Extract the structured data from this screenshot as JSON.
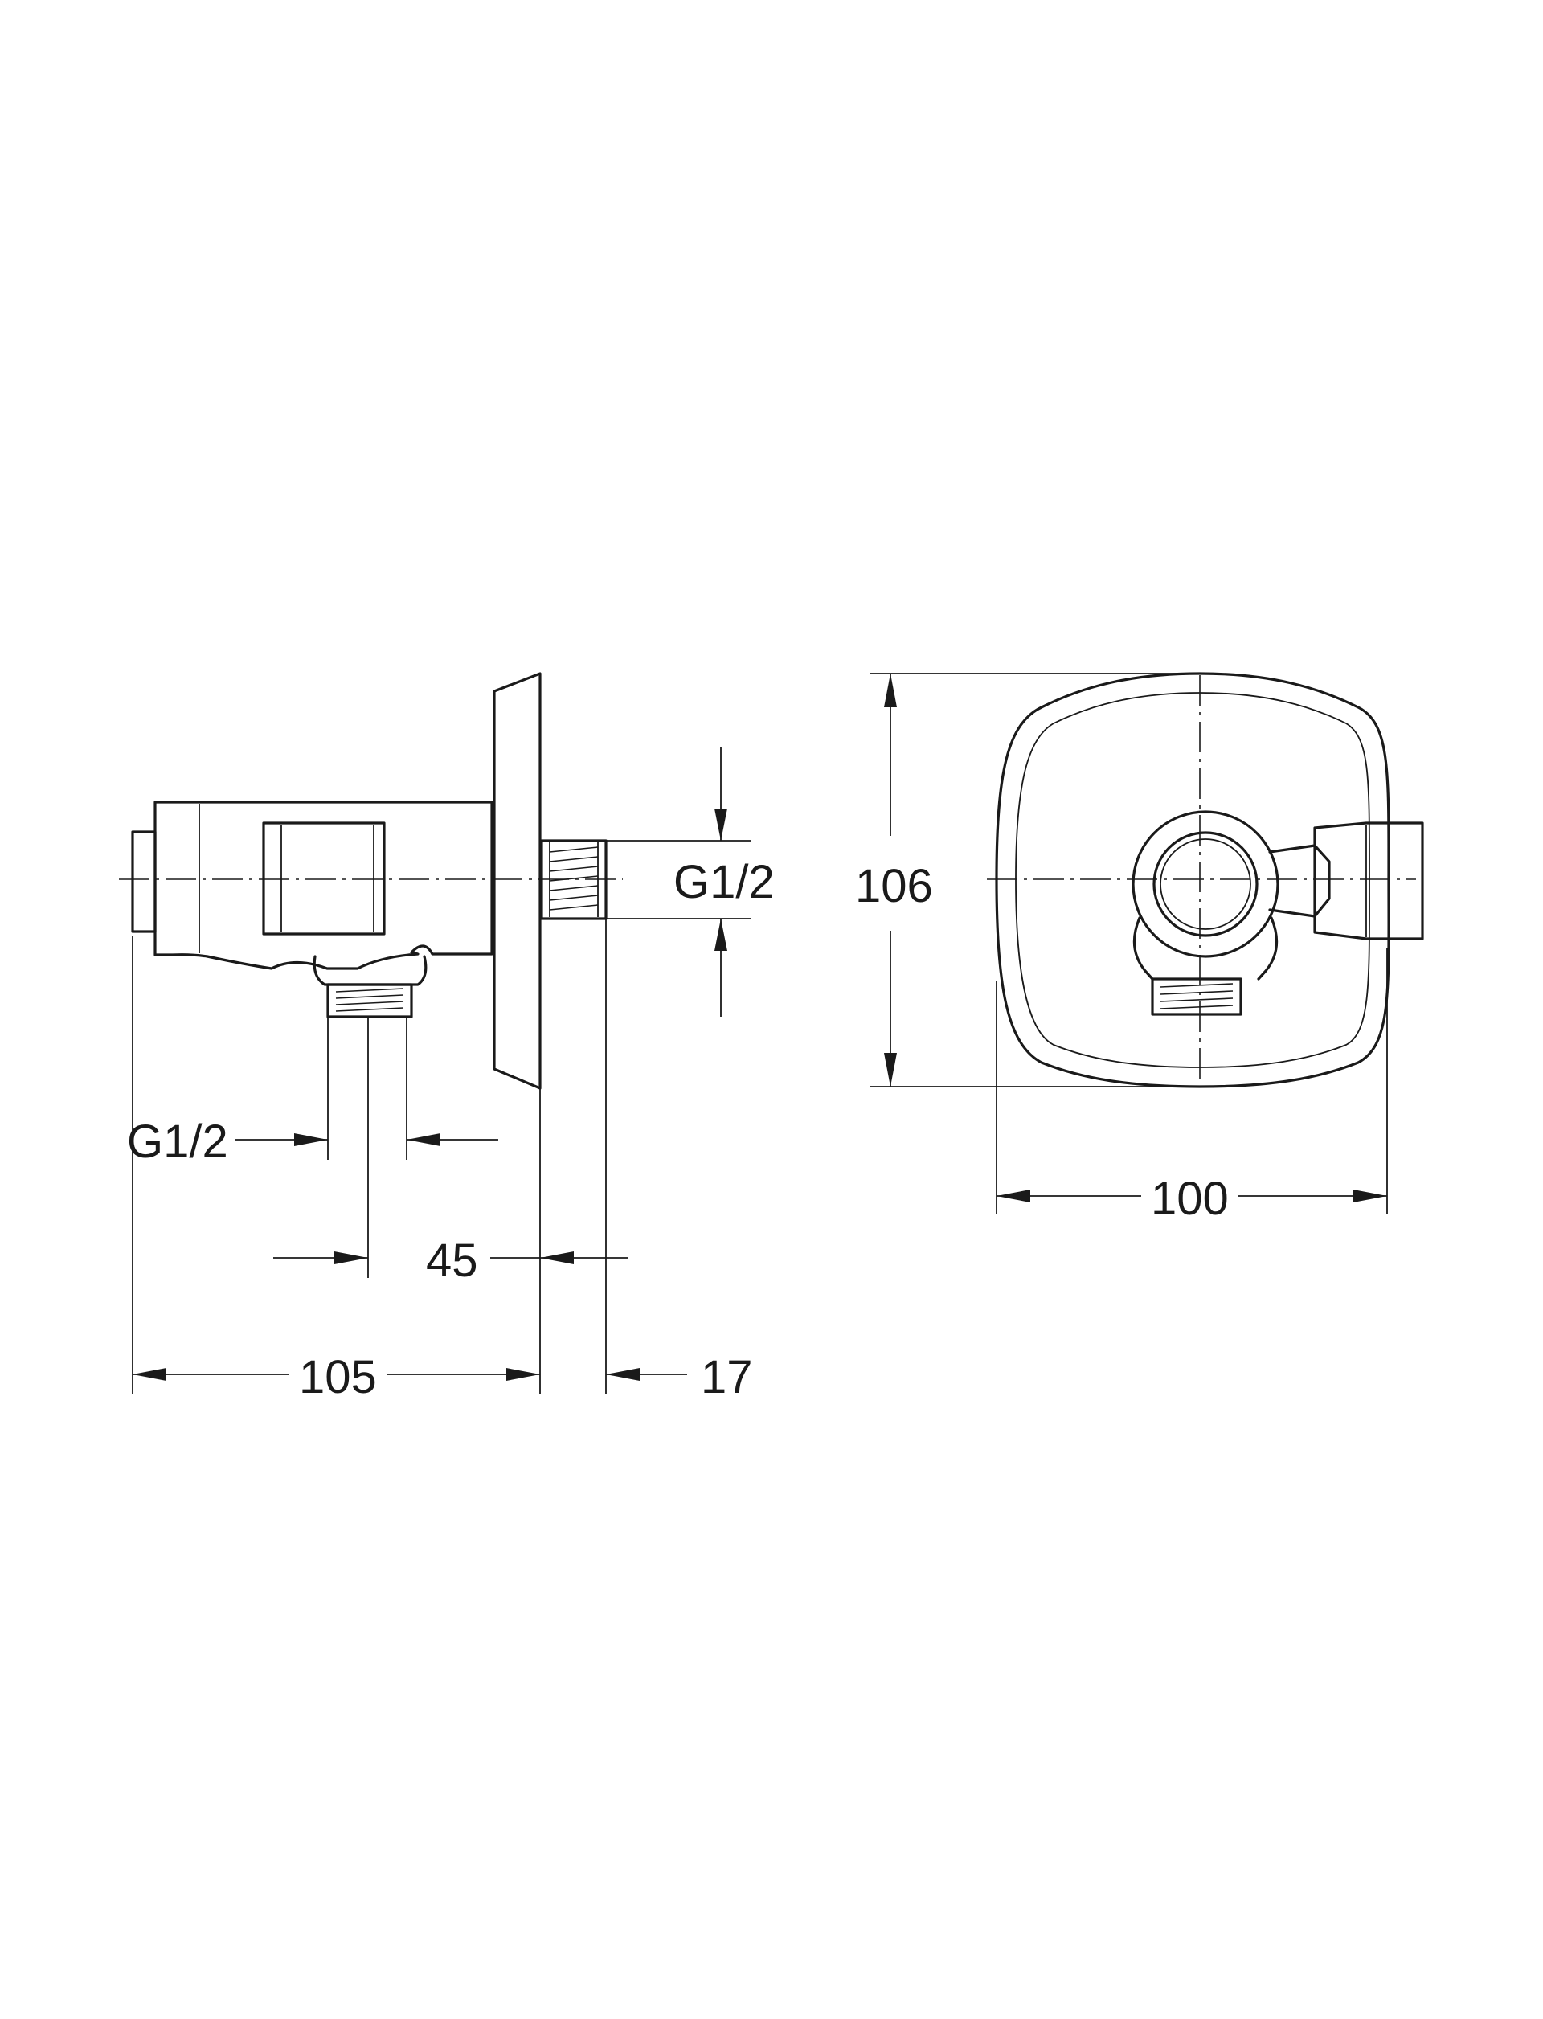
{
  "side_view": {
    "dimensions": {
      "overall_length": "105",
      "thread_length": "17",
      "outlet_offset": "45",
      "outlet_thread": "G1/2",
      "inlet_thread": "G1/2"
    }
  },
  "front_view": {
    "dimensions": {
      "height": "106",
      "width": "100"
    }
  },
  "colors": {
    "line": "#1a1a1a",
    "background": "#ffffff"
  }
}
